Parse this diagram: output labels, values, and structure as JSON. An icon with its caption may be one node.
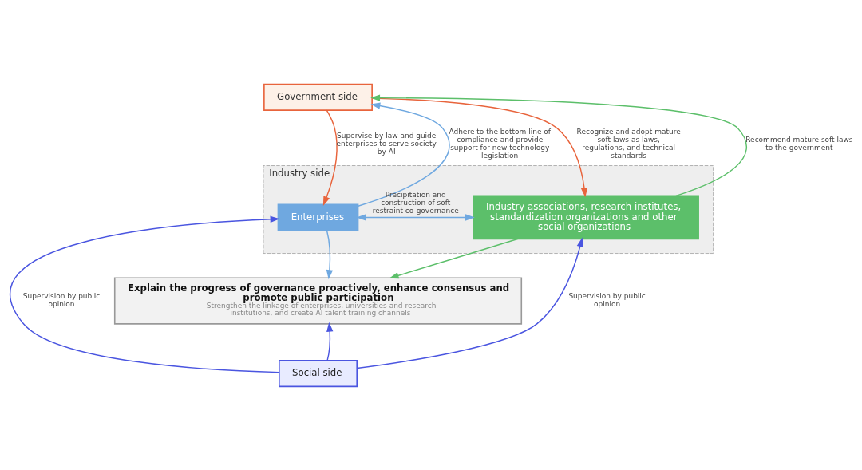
{
  "diagram": {
    "nodes": [
      {
        "text": [
          "Government side"
        ]
      },
      {
        "text": [
          "Industry side"
        ]
      },
      {
        "text": [
          "Enterprises"
        ],
        "in": 1
      },
      {
        "text": [
          "Industry associations, research institutes, standardization organizations and other social organizations"
        ],
        "in": 1
      },
      {
        "text": [
          "Explain the progress of governance proactively, enhance consensus and promote public participation",
          "Strengthen the linkage of enterprises, universities and research institutions, and create AI talent training channels"
        ]
      },
      {
        "text": [
          "Social side"
        ]
      }
    ],
    "edges": [
      {
        "from": 0,
        "to": 2,
        "arrow": "to",
        "label": "Supervise by law and guide enterprises to serve society by AI",
        "color": "#e8643c"
      },
      {
        "from": 2,
        "to": 0,
        "arrow": "to",
        "label": "Adhere to the bottom line of compliance and provide support for new technology legislation",
        "color": "#6fa8e0"
      },
      {
        "from": 3,
        "to": 0,
        "arrow": "to",
        "label": "Recommend mature soft laws to the government",
        "color": "#5cbf6a"
      },
      {
        "from": 0,
        "to": 3,
        "arrow": "to",
        "label": "Recognize and adopt mature soft laws as laws, regulations, and technical standards",
        "color": "#e8643c"
      },
      {
        "from": 2,
        "to": 3,
        "arrow": "both",
        "label": "Precipitation and construction of soft restraint co-governance",
        "color": "#6fa8e0"
      },
      {
        "from": 2,
        "to": 4,
        "arrow": "to",
        "color": "#6fa8e0"
      },
      {
        "from": 3,
        "to": 4,
        "arrow": "to",
        "color": "#5cbf6a"
      },
      {
        "from": 5,
        "to": 4,
        "arrow": "to",
        "color": "#4a55e0"
      },
      {
        "from": 5,
        "to": 2,
        "arrow": "to",
        "label": "Supervision by public opinion",
        "color": "#4a55e0"
      },
      {
        "from": 5,
        "to": 3,
        "arrow": "to",
        "label": "Supervision by public opinion",
        "color": "#4a55e0"
      }
    ]
  }
}
